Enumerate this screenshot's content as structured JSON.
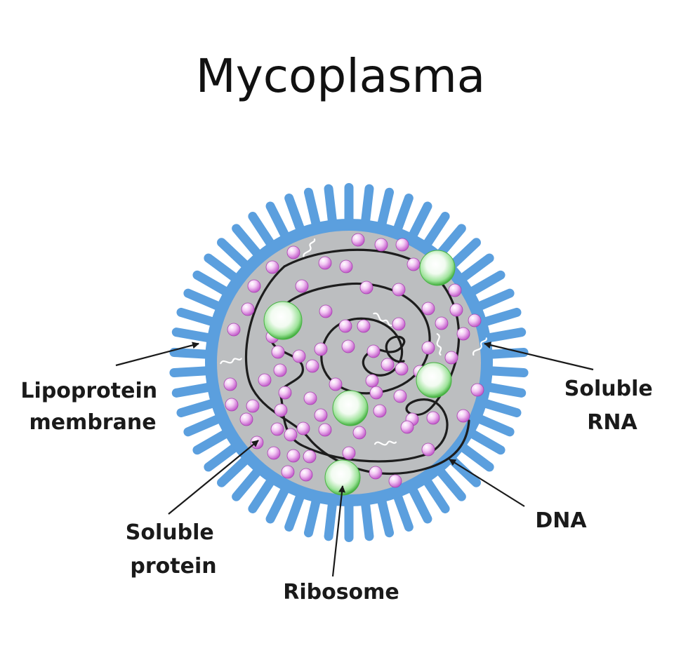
{
  "title": "Mycoplasma",
  "labels": {
    "lipoprotein_membrane": [
      "Lipoprotein",
      "membrane"
    ],
    "soluble_rna": [
      "Soluble",
      "RNA"
    ],
    "soluble_protein": [
      "Soluble",
      "protein"
    ],
    "dna": "DNA",
    "ribosome": "Ribosome"
  },
  "colors": {
    "membrane_blue": "#5b9fde",
    "cytoplasm_gray": "#bcbec0",
    "protein_pink": "#e59ae6",
    "ribosome_green": "#5ecb5a",
    "dna_black": "#1d1d1d",
    "rna_white": "#ffffff"
  }
}
